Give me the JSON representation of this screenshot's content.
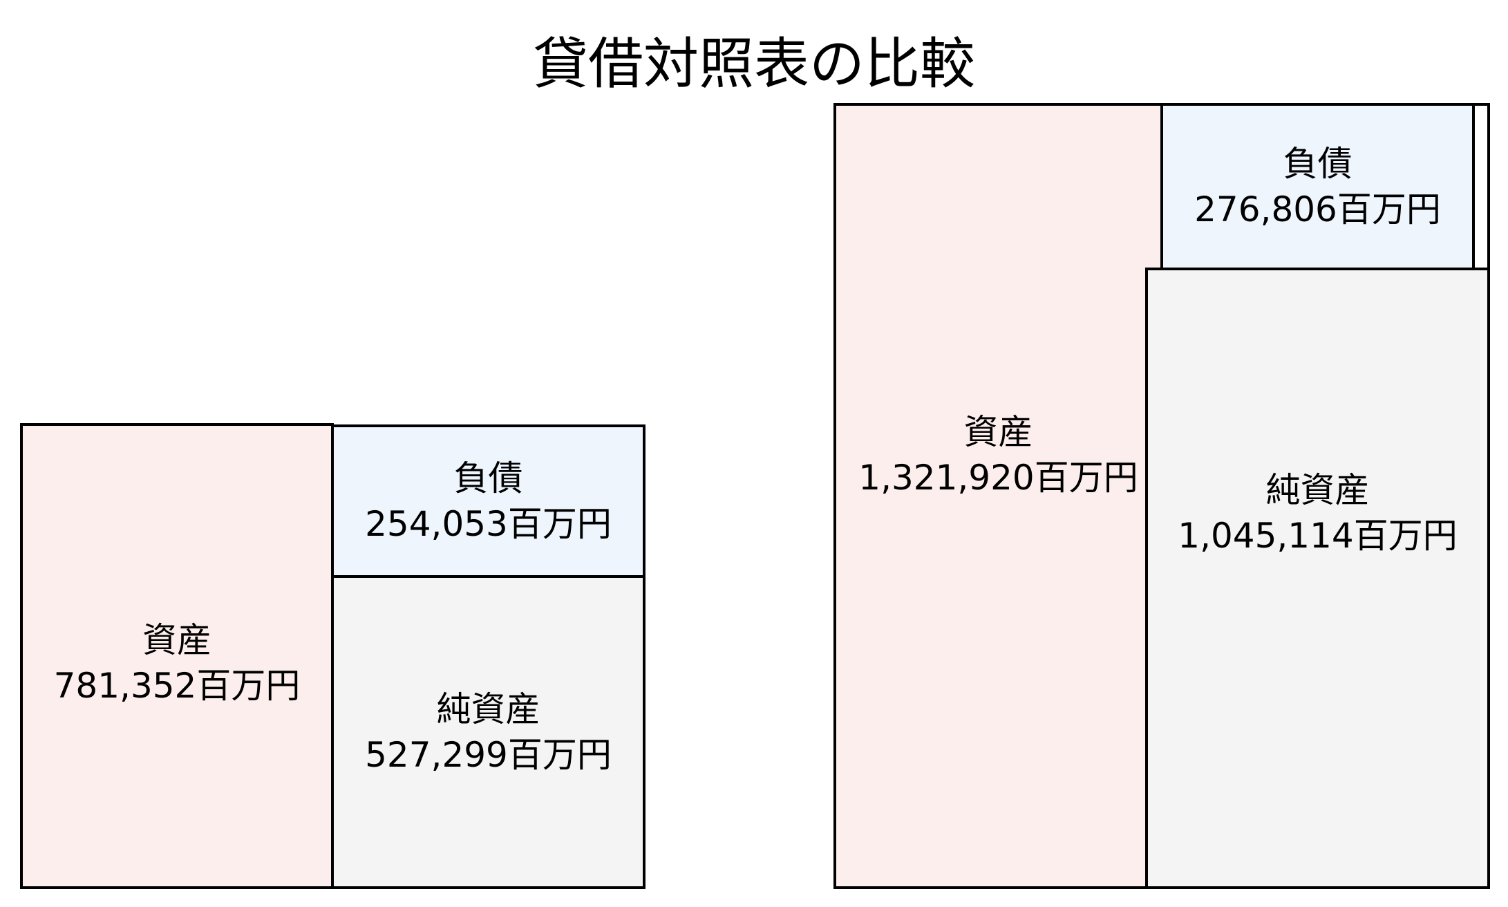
{
  "title": "貸借対照表の比較",
  "colors": {
    "assets": "#fdeeee",
    "liabilities": "#eef5fd",
    "net_assets": "#f4f4f4",
    "border": "#000000"
  },
  "left": {
    "assets": {
      "label": "資産",
      "value": "781,352百万円"
    },
    "liabilities": {
      "label": "負債",
      "value": "254,053百万円"
    },
    "net_assets": {
      "label": "純資産",
      "value": "527,299百万円"
    }
  },
  "right": {
    "assets": {
      "label": "資産",
      "value": "1,321,920百万円"
    },
    "liabilities": {
      "label": "負債",
      "value": "276,806百万円"
    },
    "net_assets": {
      "label": "純資産",
      "value": "1,045,114百万円"
    }
  },
  "chart_data": {
    "type": "table",
    "title": "貸借対照表の比較",
    "unit": "百万円",
    "series": [
      {
        "name": "left",
        "assets": 781352,
        "liabilities": 254053,
        "net_assets": 527299
      },
      {
        "name": "right",
        "assets": 1321920,
        "liabilities": 276806,
        "net_assets": 1045114
      }
    ]
  }
}
